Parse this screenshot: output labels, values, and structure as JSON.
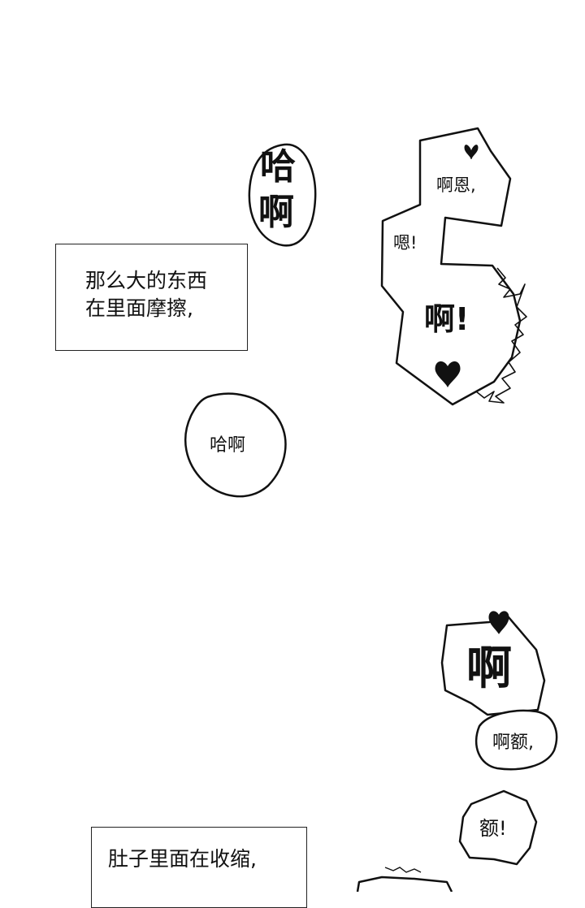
{
  "panel_top": {
    "sfx_vertical": [
      "哈",
      "啊"
    ],
    "caption_lines": [
      "那么大的东西",
      "在里面摩擦,"
    ],
    "bubble_small": "哈啊",
    "bubble_main": {
      "line1": "啊恩,",
      "line2": "嗯!",
      "line3": "啊!"
    }
  },
  "panel_bottom": {
    "bubble_top": {
      "big": "啊",
      "small": "啊额,"
    },
    "bubble_mid": "额!",
    "caption_line": "肚子里面在收缩,"
  }
}
